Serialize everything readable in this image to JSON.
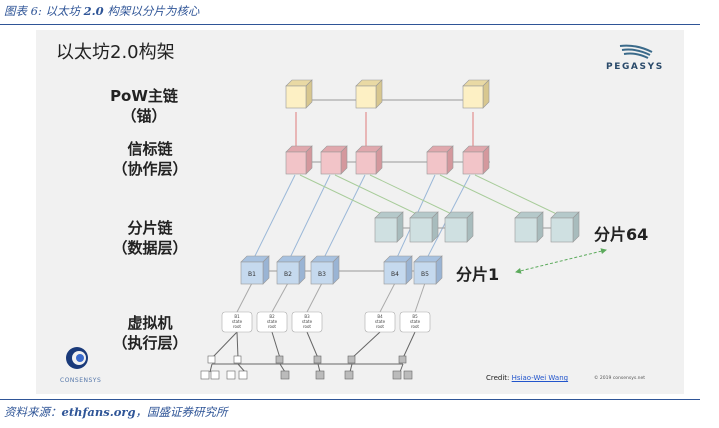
{
  "caption": {
    "prefix": "图表 6: 以太坊 ",
    "bold": "2.0",
    "suffix": " 构架以分片为核心"
  },
  "slide": {
    "title": "以太坊2.0构架",
    "labels": {
      "pow_line1": "PoW主链",
      "pow_line2": "（锚）",
      "beacon_line1": "信标链",
      "beacon_line2": "（协作层）",
      "shard_line1": "分片链",
      "shard_line2": "（数据层）",
      "vm_line1": "虚拟机",
      "vm_line2": "（执行层）"
    },
    "shard_1": "分片1",
    "shard_64": "分片64",
    "pegasys": "PEGASYS",
    "consensys": "CONSENSYS",
    "credit_prefix": "Credit: ",
    "credit_name": "Hsiao-Wei Wang",
    "copyright": "© 2019 consensys.net",
    "blocks": [
      "B1",
      "B2",
      "B3",
      "B4",
      "B5"
    ],
    "state_label_1": "state",
    "state_label_2": "root",
    "colors": {
      "pow": "#fdf0c4",
      "beacon": "#f2c4c8",
      "shard": "#cfe0e1",
      "shard_b": "#c5d9ee"
    }
  },
  "source": {
    "prefix": "资料来源：",
    "bold": "ethfans.org",
    "suffix": "，国盛证券研究所"
  }
}
